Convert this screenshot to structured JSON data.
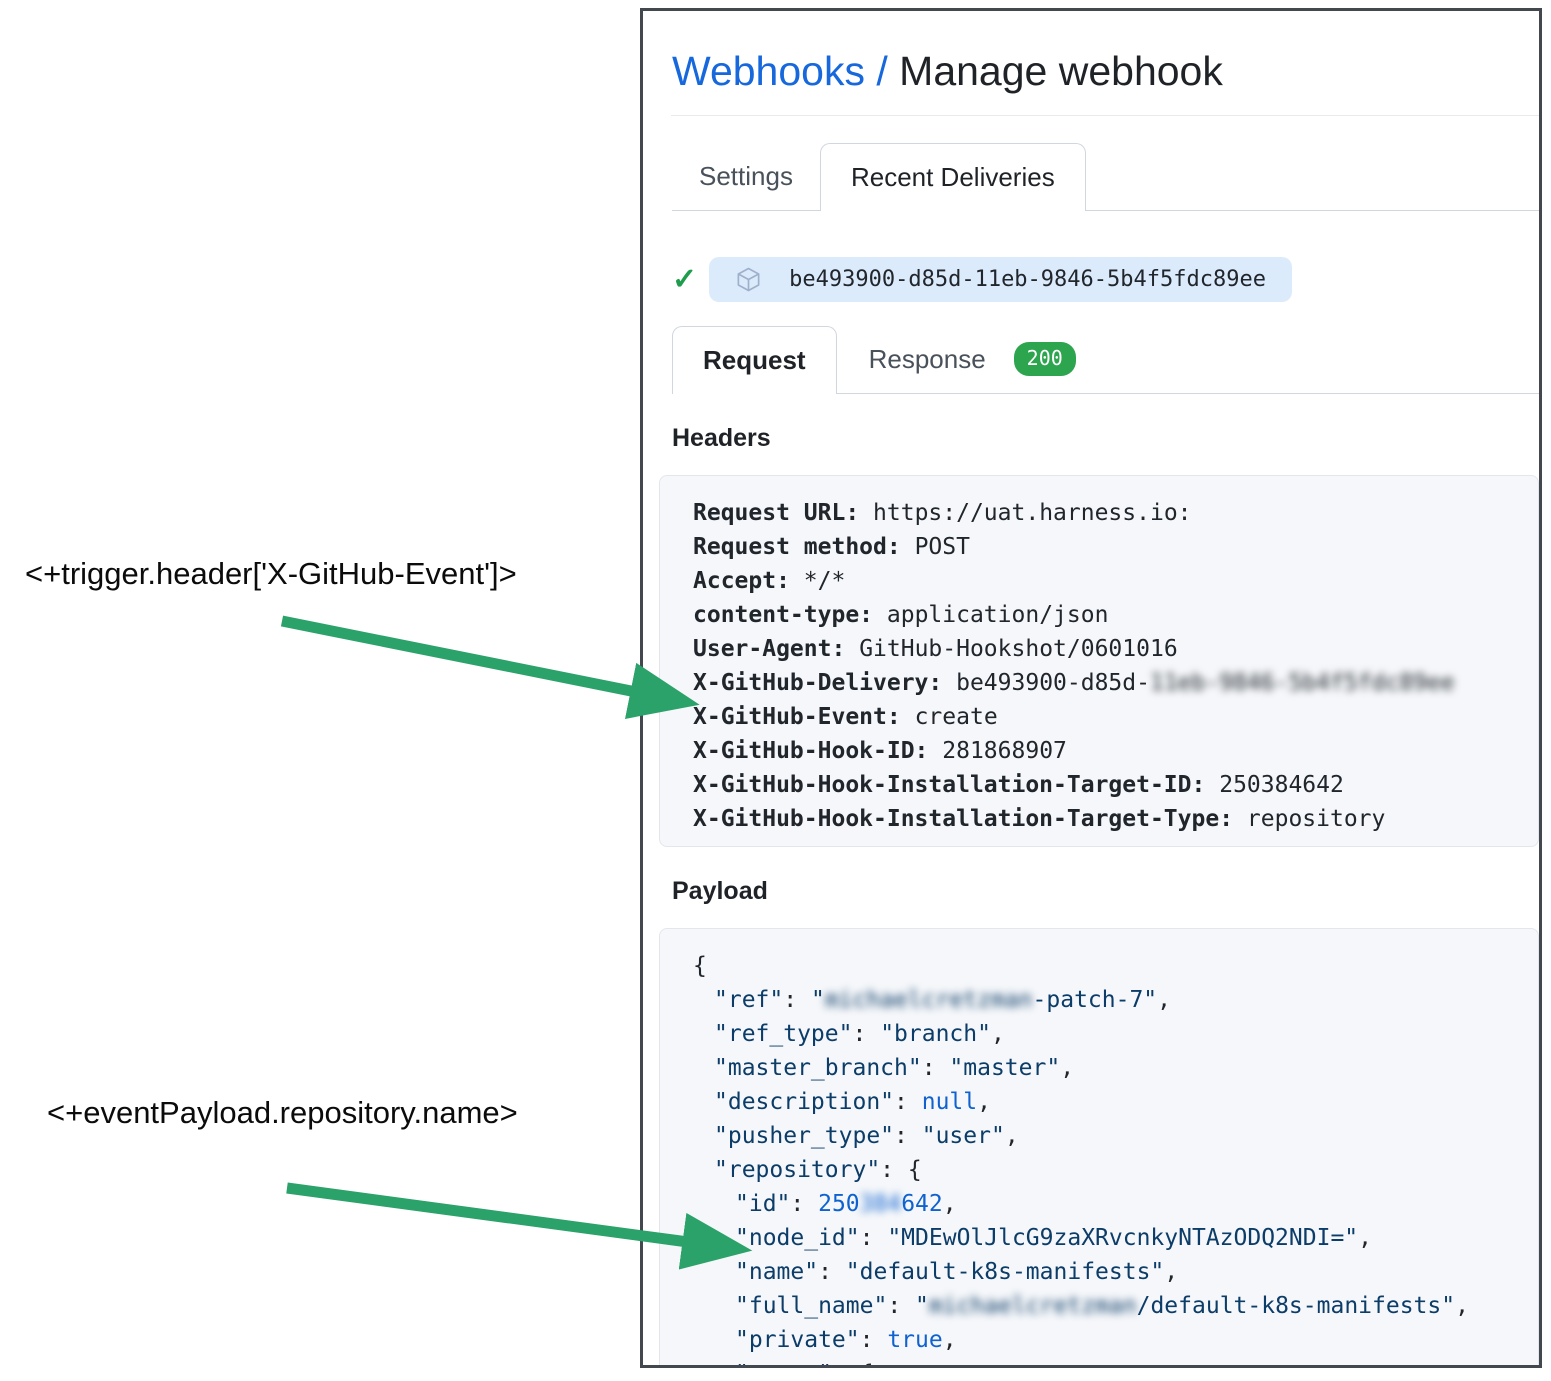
{
  "annotations": {
    "trigger_expression": "<+trigger.header['X-GitHub-Event']>",
    "payload_expression": "<+eventPayload.repository.name>"
  },
  "breadcrumb": {
    "link_label": "Webhooks /",
    "current": "Manage webhook"
  },
  "tabs": {
    "settings": "Settings",
    "recent_deliveries": "Recent Deliveries"
  },
  "delivery": {
    "id": "be493900-d85d-11eb-9846-5b4f5fdc89ee"
  },
  "icons": {
    "check": "✓"
  },
  "subtabs": {
    "request": "Request",
    "response": "Response",
    "response_status": "200"
  },
  "headers_section": {
    "heading": "Headers",
    "rows": [
      {
        "name": "Request URL:",
        "parts": [
          {
            "t": "https://uat.harness.io:"
          }
        ]
      },
      {
        "name": "Request method:",
        "parts": [
          {
            "t": "POST"
          }
        ]
      },
      {
        "name": "Accept:",
        "parts": [
          {
            "t": "*/*"
          }
        ]
      },
      {
        "name": "content-type:",
        "parts": [
          {
            "t": "application/json"
          }
        ]
      },
      {
        "name": "User-Agent:",
        "parts": [
          {
            "t": "GitHub-Hookshot/0601016"
          }
        ]
      },
      {
        "name": "X-GitHub-Delivery:",
        "parts": [
          {
            "t": "be493900-d85d-"
          },
          {
            "t": "11eb-9846-5b4f5fdc89ee",
            "rd": true
          }
        ]
      },
      {
        "name": "X-GitHub-Event:",
        "parts": [
          {
            "t": "create"
          }
        ]
      },
      {
        "name": "X-GitHub-Hook-ID:",
        "parts": [
          {
            "t": "281868907"
          }
        ]
      },
      {
        "name": "X-GitHub-Hook-Installation-Target-ID:",
        "parts": [
          {
            "t": "250384642"
          }
        ]
      },
      {
        "name": "X-GitHub-Hook-Installation-Target-Type:",
        "parts": [
          {
            "t": "repository"
          }
        ]
      }
    ]
  },
  "payload_section": {
    "heading": "Payload",
    "lines": [
      {
        "indent": 0,
        "tokens": [
          {
            "t": "{",
            "c": "pn"
          }
        ]
      },
      {
        "indent": 1,
        "tokens": [
          {
            "t": "\"ref\"",
            "c": "ky"
          },
          {
            "t": ": ",
            "c": "pn"
          },
          {
            "t": "\"",
            "c": "st"
          },
          {
            "t": "michaelcretzman",
            "c": "st",
            "rd": true
          },
          {
            "t": "-patch-7\"",
            "c": "st"
          },
          {
            "t": ",",
            "c": "pn"
          }
        ]
      },
      {
        "indent": 1,
        "tokens": [
          {
            "t": "\"ref_type\"",
            "c": "ky"
          },
          {
            "t": ": ",
            "c": "pn"
          },
          {
            "t": "\"branch\"",
            "c": "st"
          },
          {
            "t": ",",
            "c": "pn"
          }
        ]
      },
      {
        "indent": 1,
        "tokens": [
          {
            "t": "\"master_branch\"",
            "c": "ky"
          },
          {
            "t": ": ",
            "c": "pn"
          },
          {
            "t": "\"master\"",
            "c": "st"
          },
          {
            "t": ",",
            "c": "pn"
          }
        ]
      },
      {
        "indent": 1,
        "tokens": [
          {
            "t": "\"description\"",
            "c": "ky"
          },
          {
            "t": ": ",
            "c": "pn"
          },
          {
            "t": "null",
            "c": "bl"
          },
          {
            "t": ",",
            "c": "pn"
          }
        ]
      },
      {
        "indent": 1,
        "tokens": [
          {
            "t": "\"pusher_type\"",
            "c": "ky"
          },
          {
            "t": ": ",
            "c": "pn"
          },
          {
            "t": "\"user\"",
            "c": "st"
          },
          {
            "t": ",",
            "c": "pn"
          }
        ]
      },
      {
        "indent": 1,
        "tokens": [
          {
            "t": "\"repository\"",
            "c": "ky"
          },
          {
            "t": ": ",
            "c": "pn"
          },
          {
            "t": "{",
            "c": "pn"
          }
        ]
      },
      {
        "indent": 2,
        "tokens": [
          {
            "t": "\"id\"",
            "c": "ky"
          },
          {
            "t": ": ",
            "c": "pn"
          },
          {
            "t": "250",
            "c": "bl"
          },
          {
            "t": "384",
            "c": "bl",
            "rd": true
          },
          {
            "t": "642",
            "c": "bl"
          },
          {
            "t": ",",
            "c": "pn"
          }
        ]
      },
      {
        "indent": 2,
        "tokens": [
          {
            "t": "\"node_id\"",
            "c": "ky"
          },
          {
            "t": ": ",
            "c": "pn"
          },
          {
            "t": "\"MDEwOlJlcG9zaXRvcnkyNTAzODQ2NDI=\"",
            "c": "st"
          },
          {
            "t": ",",
            "c": "pn"
          }
        ]
      },
      {
        "indent": 2,
        "tokens": [
          {
            "t": "\"name\"",
            "c": "ky"
          },
          {
            "t": ": ",
            "c": "pn"
          },
          {
            "t": "\"default-k8s-manifests\"",
            "c": "st"
          },
          {
            "t": ",",
            "c": "pn"
          }
        ]
      },
      {
        "indent": 2,
        "tokens": [
          {
            "t": "\"full_name\"",
            "c": "ky"
          },
          {
            "t": ": ",
            "c": "pn"
          },
          {
            "t": "\"",
            "c": "st"
          },
          {
            "t": "michaelcretzman",
            "c": "st",
            "rd": true
          },
          {
            "t": "/default-k8s-manifests\"",
            "c": "st"
          },
          {
            "t": ",",
            "c": "pn"
          }
        ]
      },
      {
        "indent": 2,
        "tokens": [
          {
            "t": "\"private\"",
            "c": "ky"
          },
          {
            "t": ": ",
            "c": "pn"
          },
          {
            "t": "true",
            "c": "bl"
          },
          {
            "t": ",",
            "c": "pn"
          }
        ]
      },
      {
        "indent": 2,
        "tokens": [
          {
            "t": "\"owner\"",
            "c": "ky"
          },
          {
            "t": ": ",
            "c": "pn"
          },
          {
            "t": "{",
            "c": "pn"
          }
        ]
      }
    ]
  },
  "colors": {
    "link_blue": "#1668dc",
    "arrow_green": "#2ba269",
    "badge_green": "#2da44e",
    "check_green": "#1f9d4d",
    "pill_blue": "#dcebfc",
    "code_navy": "#0c3c68",
    "code_blue": "#0f62cf",
    "frame_border": "#43484e"
  }
}
